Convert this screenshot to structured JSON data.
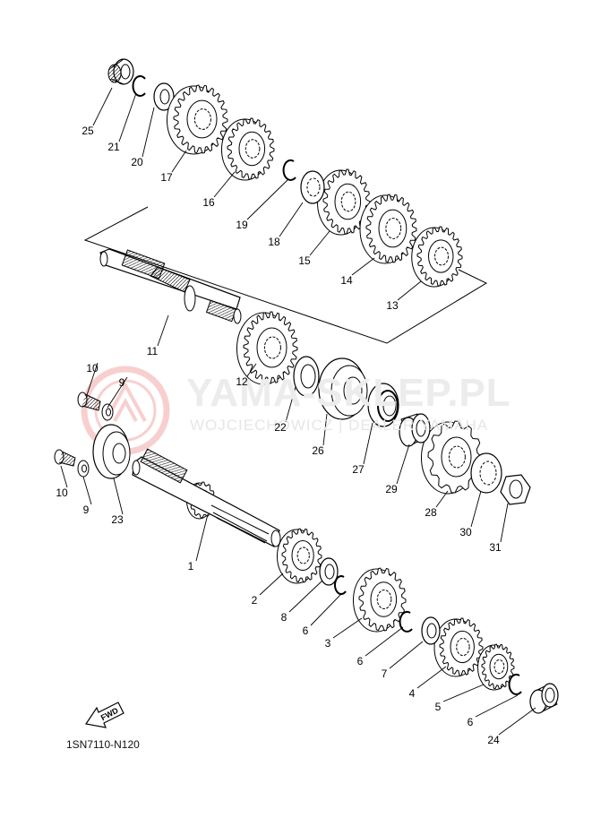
{
  "watermark": {
    "title": "YAMA-SKLEP.PL",
    "subtitle": "WOJCIECHOWICZ | DEALER YAMAHA",
    "logo": "yamaha-tuning-fork-logo"
  },
  "diagram": {
    "reference_code": "1SN7110-N120",
    "fwd_label": "FWD",
    "part_numbers": [
      "25",
      "21",
      "20",
      "17",
      "16",
      "19",
      "18",
      "15",
      "14",
      "13",
      "11",
      "12",
      "22",
      "26",
      "27",
      "29",
      "28",
      "30",
      "31",
      "10",
      "9",
      "10",
      "9",
      "23",
      "1",
      "2",
      "8",
      "6",
      "3",
      "6",
      "7",
      "4",
      "5",
      "6",
      "24"
    ]
  },
  "colors": {
    "line": "#000000",
    "watermark": "#e8e8e8",
    "logo": "#f6c9c9"
  }
}
